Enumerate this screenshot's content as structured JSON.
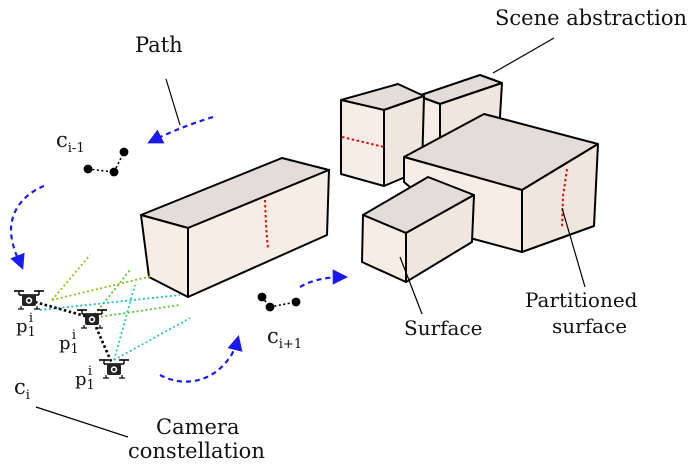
{
  "labels": {
    "path": "Path",
    "scene_abstraction": "Scene abstraction",
    "camera": "Camera",
    "constellation": "constellation",
    "surface": "Surface",
    "partitioned": "Partitioned",
    "surface_2": "surface",
    "c_prev": {
      "base": "c",
      "sub": "i-1"
    },
    "c_curr": {
      "base": "c",
      "sub": "i"
    },
    "c_next": {
      "base": "c",
      "sub": "i+1"
    },
    "pose_1": {
      "base": "p",
      "sub": "1",
      "sup": "i"
    },
    "pose_2": {
      "base": "p",
      "sub": "1",
      "sup": "i"
    },
    "pose_3": {
      "base": "p",
      "sub": "1",
      "sup": "i"
    }
  },
  "colors": {
    "path_arrow": "#1a1aee",
    "partition_line": "#e01010",
    "box_top": "#e4dcd8",
    "box_front": "#f6eee6",
    "view_rays": [
      "#8fbf1f",
      "#57c43a",
      "#2ec4b0",
      "#1fb8d0"
    ]
  },
  "icons": {
    "drone": "drone-with-camera-icon"
  }
}
